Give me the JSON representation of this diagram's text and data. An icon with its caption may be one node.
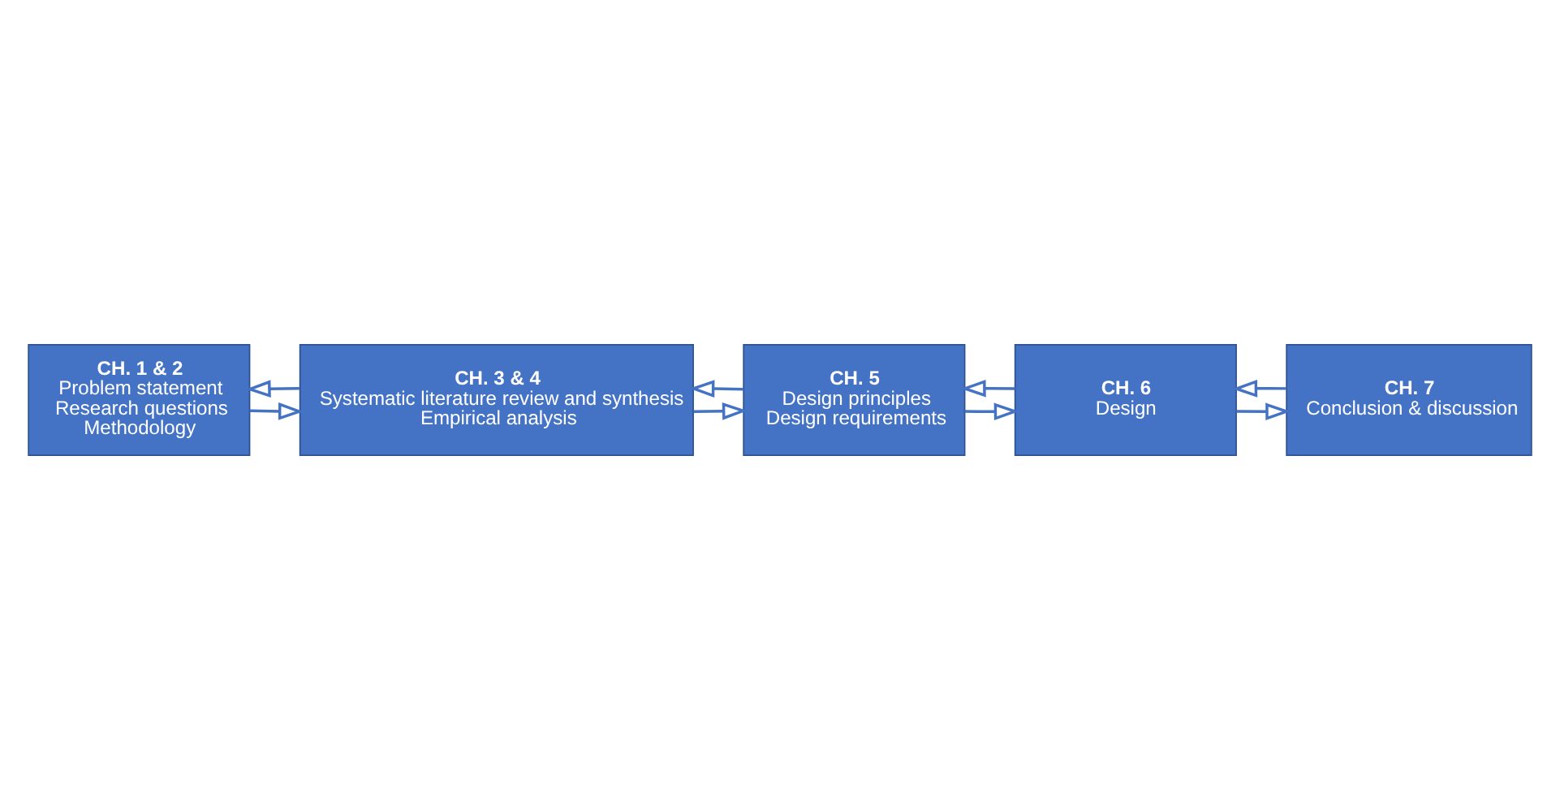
{
  "diagram": {
    "nodes": [
      {
        "text": [
          "CH. 1 & 2",
          "Problem statement",
          "Research questions",
          "Methodology"
        ]
      },
      {
        "text": [
          "CH. 3 & 4",
          "Systematic literature review and synthesis",
          "Empirical analysis"
        ]
      },
      {
        "text": [
          "CH. 5",
          "Design principles",
          "Design requirements"
        ]
      },
      {
        "text": [
          "CH. 6",
          "Design"
        ]
      },
      {
        "text": [
          "CH. 7",
          "Conclusion & discussion"
        ]
      }
    ],
    "edges": [
      {
        "from": 0,
        "to": 1,
        "arrow": "to"
      },
      {
        "from": 1,
        "to": 0,
        "arrow": "to"
      },
      {
        "from": 1,
        "to": 2,
        "arrow": "to"
      },
      {
        "from": 2,
        "to": 1,
        "arrow": "to"
      },
      {
        "from": 2,
        "to": 3,
        "arrow": "to"
      },
      {
        "from": 3,
        "to": 2,
        "arrow": "to"
      },
      {
        "from": 3,
        "to": 4,
        "arrow": "to"
      },
      {
        "from": 4,
        "to": 3,
        "arrow": "to"
      }
    ]
  }
}
